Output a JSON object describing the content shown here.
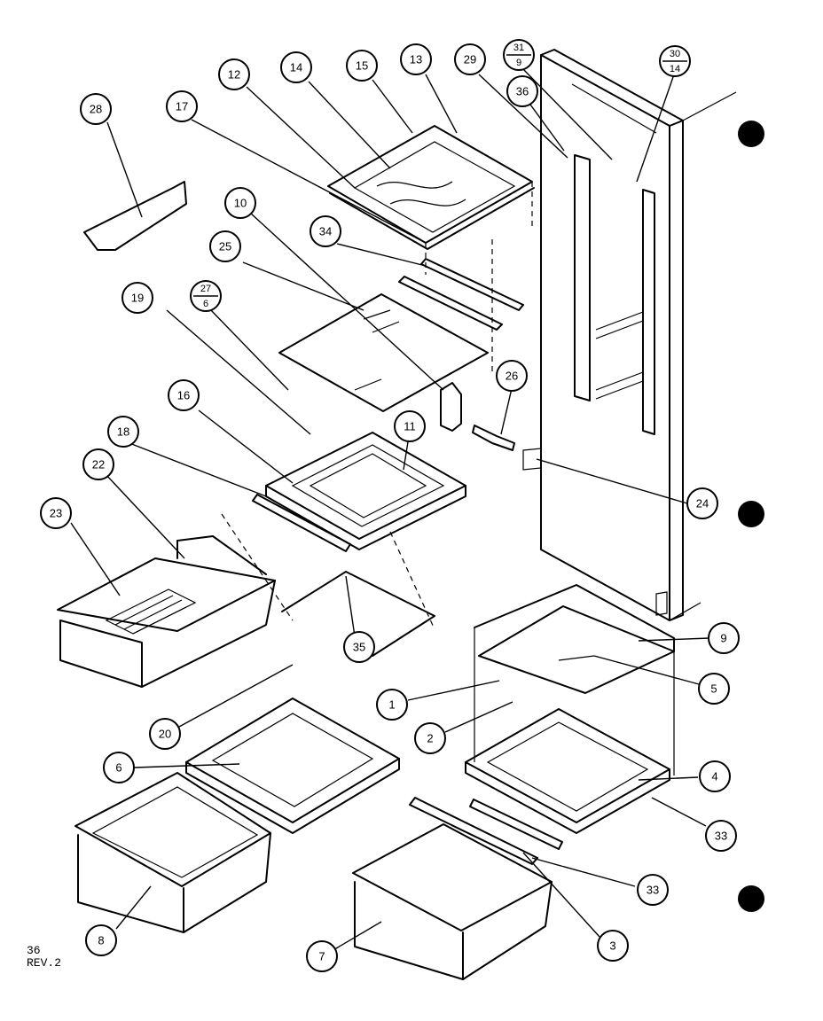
{
  "footer": {
    "line1": "36",
    "line2": "REV.2"
  },
  "callouts": [
    {
      "id": "c1",
      "label": "1"
    },
    {
      "id": "c2",
      "label": "2"
    },
    {
      "id": "c3",
      "label": "3"
    },
    {
      "id": "c4",
      "label": "4"
    },
    {
      "id": "c5",
      "label": "5"
    },
    {
      "id": "c6",
      "label": "6"
    },
    {
      "id": "c7",
      "label": "7"
    },
    {
      "id": "c8",
      "label": "8"
    },
    {
      "id": "c9",
      "label": "9"
    },
    {
      "id": "c10",
      "label": "10"
    },
    {
      "id": "c11",
      "label": "11"
    },
    {
      "id": "c12",
      "label": "12"
    },
    {
      "id": "c13",
      "label": "13"
    },
    {
      "id": "c14",
      "label": "14"
    },
    {
      "id": "c15",
      "label": "15"
    },
    {
      "id": "c16",
      "label": "16"
    },
    {
      "id": "c17",
      "label": "17"
    },
    {
      "id": "c18",
      "label": "18"
    },
    {
      "id": "c19",
      "label": "19"
    },
    {
      "id": "c20",
      "label": "20"
    },
    {
      "id": "c22",
      "label": "22"
    },
    {
      "id": "c23",
      "label": "23"
    },
    {
      "id": "c24",
      "label": "24"
    },
    {
      "id": "c25",
      "label": "25"
    },
    {
      "id": "c26",
      "label": "26"
    },
    {
      "id": "c28",
      "label": "28"
    },
    {
      "id": "c29",
      "label": "29"
    },
    {
      "id": "c33a",
      "label": "33"
    },
    {
      "id": "c33b",
      "label": "33"
    },
    {
      "id": "c34",
      "label": "34"
    },
    {
      "id": "c35",
      "label": "35"
    },
    {
      "id": "c36",
      "label": "36"
    }
  ],
  "fraction_callouts": [
    {
      "id": "f31",
      "top": "31",
      "bottom": "9"
    },
    {
      "id": "f30",
      "top": "30",
      "bottom": "14"
    },
    {
      "id": "f27",
      "top": "27",
      "bottom": "6"
    }
  ]
}
